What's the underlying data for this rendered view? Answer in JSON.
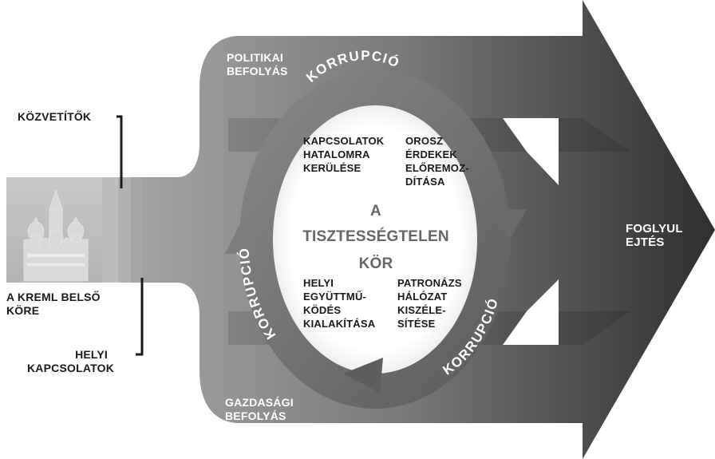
{
  "diagram": {
    "left_labels": {
      "kozvetitok": "KÖZVETÍTŐK",
      "kreml": [
        "A KREML BELSŐ",
        "KÖRE"
      ],
      "helyi": [
        "HELYI",
        "KAPCSOLATOK"
      ]
    },
    "arrow_labels": {
      "politikai": [
        "POLITIKAI",
        "BEFOLYÁS"
      ],
      "gazdasagi": [
        "GAZDASÁGI",
        "BEFOLYÁS"
      ],
      "foglyul": [
        "FOGLYUL",
        "EJTÉS"
      ]
    },
    "ring_label": "KORRUPCIÓ",
    "center": {
      "title": [
        "A",
        "TISZTESSÉGTELEN",
        "KÖR"
      ],
      "q1": [
        "KAPCSOLATOK",
        "HATALOMRA",
        "KERÜLÉSE"
      ],
      "q2": [
        "OROSZ",
        "ÉRDEKEK",
        "ELŐREMOZ-",
        "DÍTÁSA"
      ],
      "q3": [
        "HELYI",
        "EGYÜTTMŰ-",
        "KÖDÉS",
        "KIALAKÍTÁSA"
      ],
      "q4": [
        "PATRONÁZS",
        "HÁLÓZAT",
        "KISZÉLE-",
        "SÍTÉSE"
      ]
    }
  }
}
